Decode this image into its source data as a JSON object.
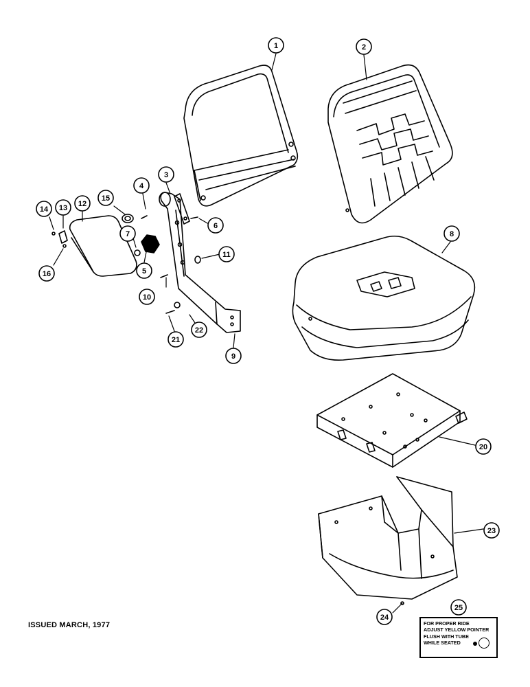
{
  "footer": {
    "issued": "ISSUED MARCH, 1977"
  },
  "decal": {
    "lines": [
      "FOR PROPER RIDE",
      "ADJUST YELLOW POINTER",
      "FLUSH WITH TUBE",
      "WHILE SEATED"
    ]
  },
  "callouts": [
    {
      "id": "c1",
      "label": "1"
    },
    {
      "id": "c2",
      "label": "2"
    },
    {
      "id": "c3",
      "label": "3"
    },
    {
      "id": "c4",
      "label": "4"
    },
    {
      "id": "c5",
      "label": "5"
    },
    {
      "id": "c6",
      "label": "6"
    },
    {
      "id": "c7",
      "label": "7"
    },
    {
      "id": "c8",
      "label": "8"
    },
    {
      "id": "c9",
      "label": "9"
    },
    {
      "id": "c10",
      "label": "10"
    },
    {
      "id": "c11",
      "label": "11"
    },
    {
      "id": "c12",
      "label": "12"
    },
    {
      "id": "c13",
      "label": "13"
    },
    {
      "id": "c14",
      "label": "14"
    },
    {
      "id": "c15",
      "label": "15"
    },
    {
      "id": "c16",
      "label": "16"
    },
    {
      "id": "c20",
      "label": "20"
    },
    {
      "id": "c21",
      "label": "21"
    },
    {
      "id": "c22",
      "label": "22"
    },
    {
      "id": "c23",
      "label": "23"
    },
    {
      "id": "c24",
      "label": "24"
    },
    {
      "id": "c25",
      "label": "25"
    }
  ]
}
